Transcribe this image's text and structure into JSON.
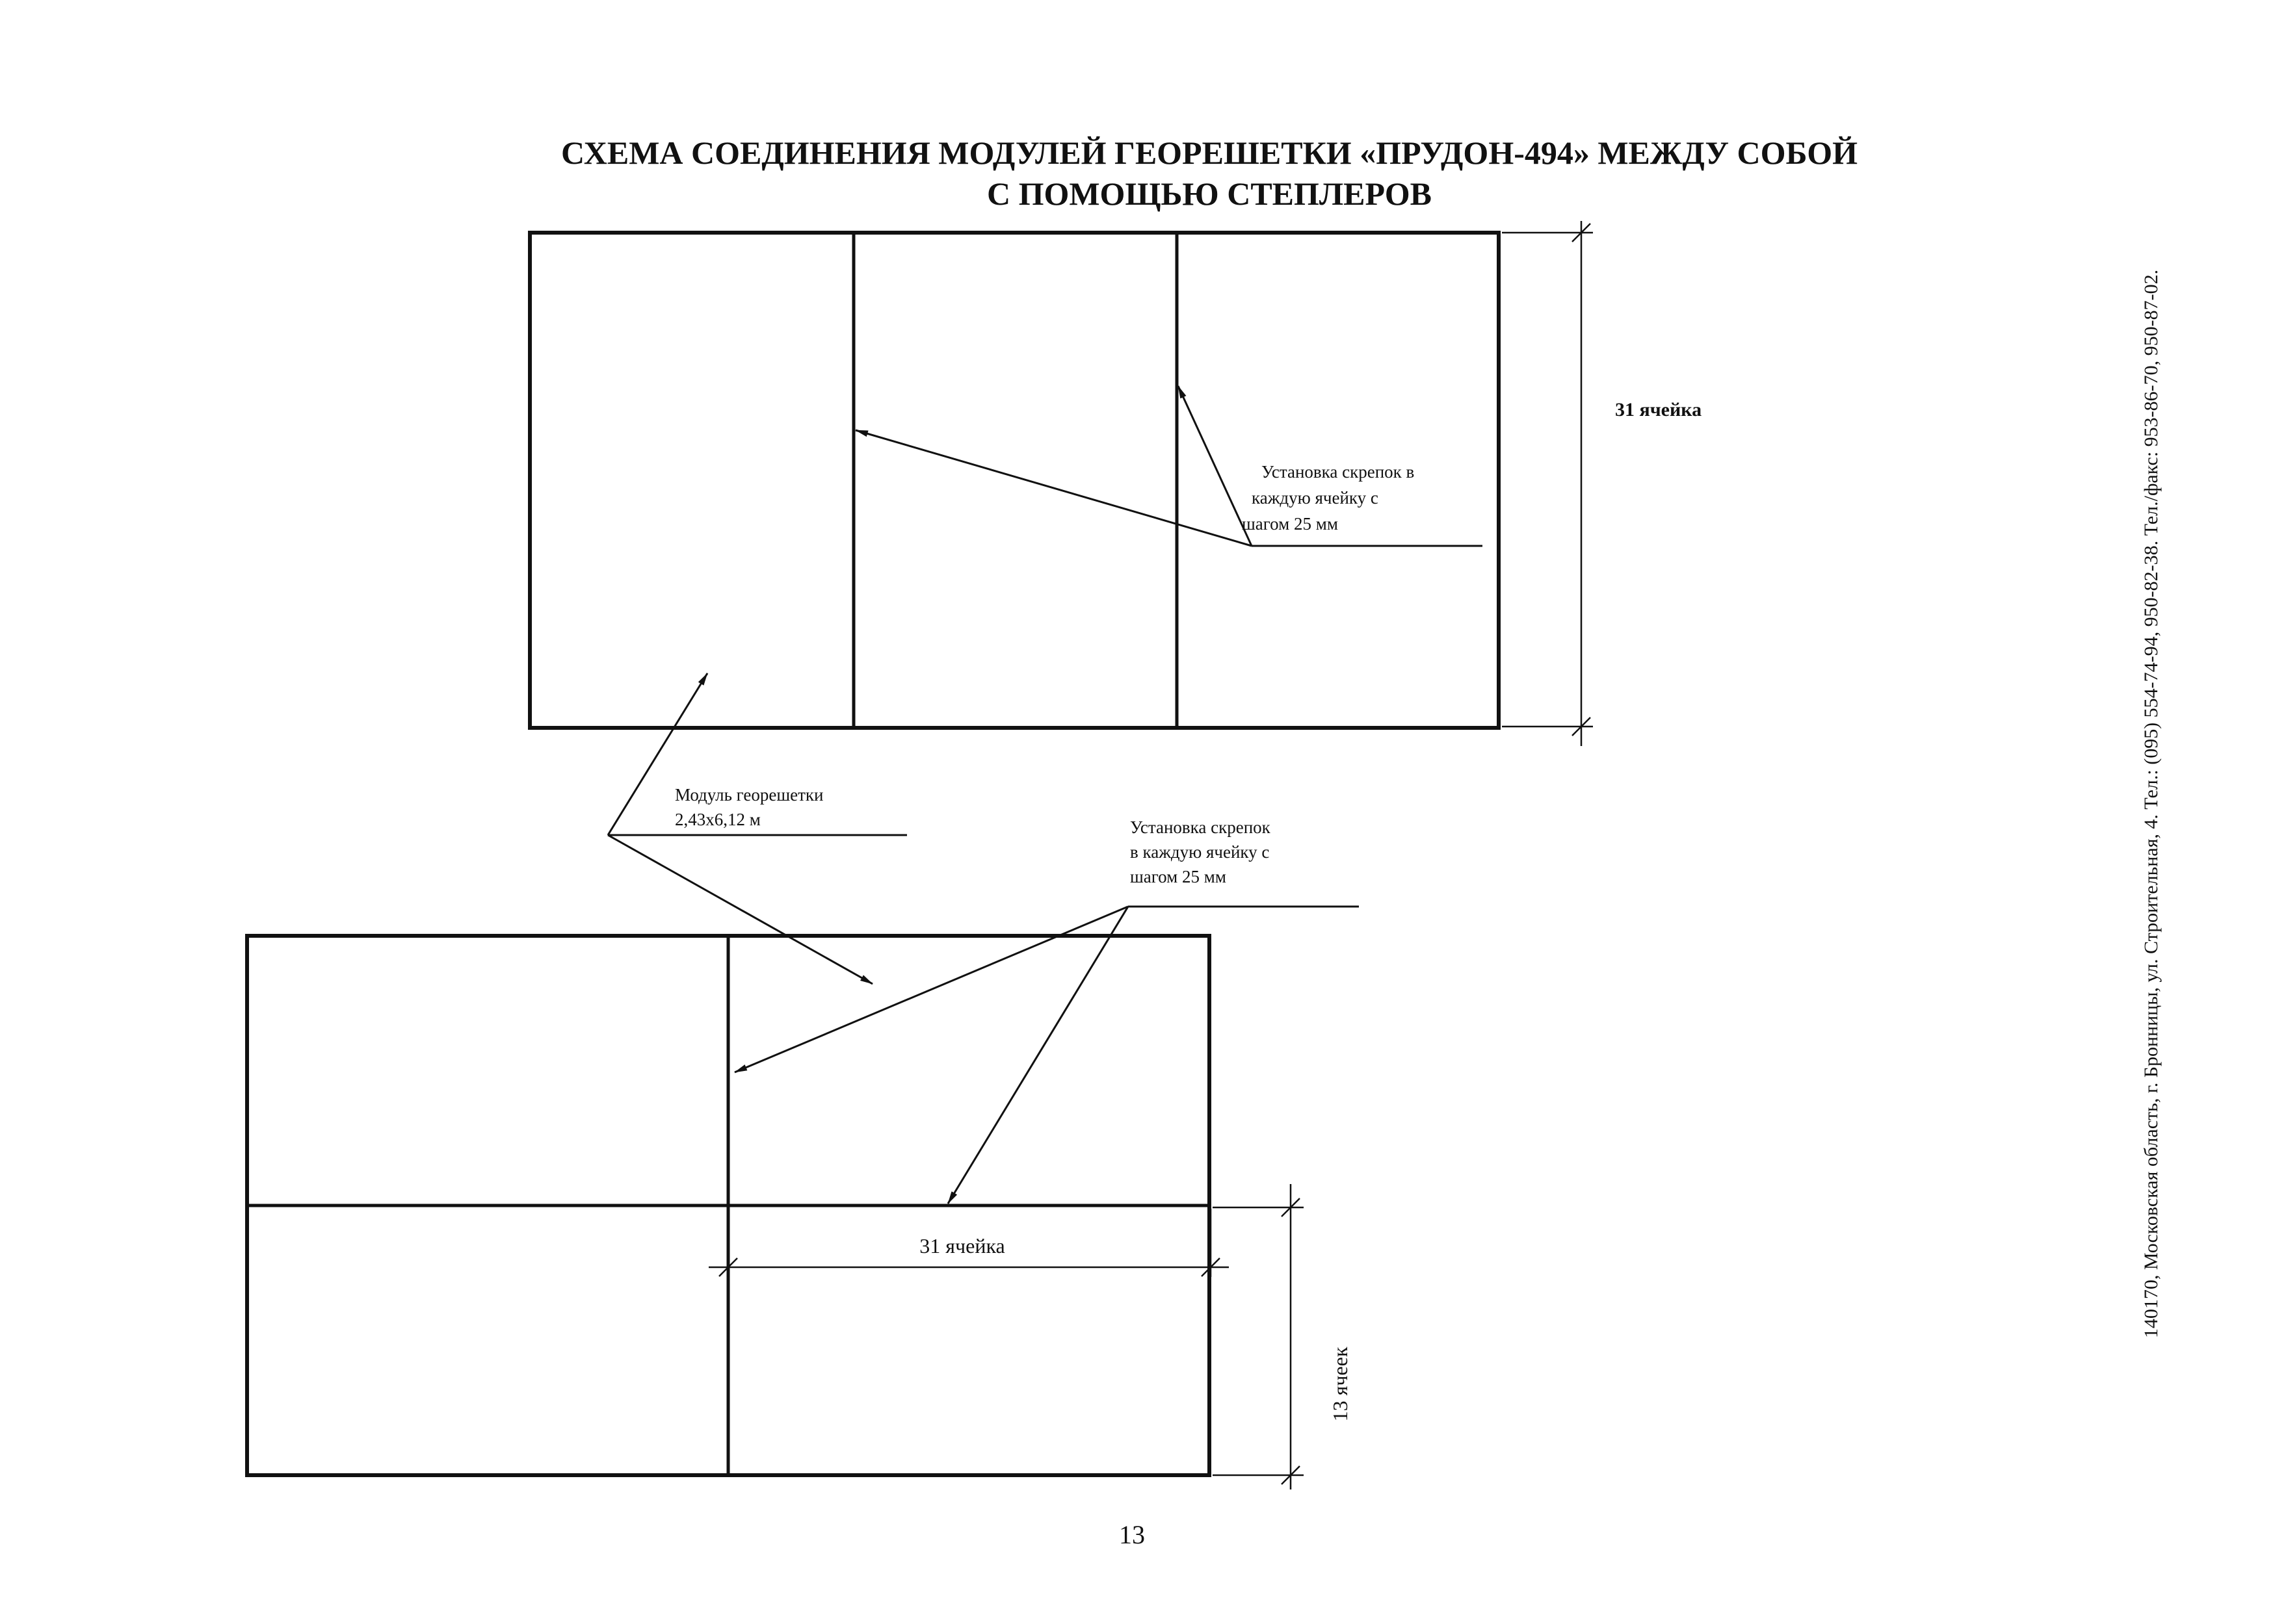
{
  "title": {
    "line1": "СХЕМА СОЕДИНЕНИЯ МОДУЛЕЙ ГЕОРЕШЕТКИ «ПРУДОН-494»  МЕЖДУ СОБОЙ",
    "line2": "С ПОМОЩЬЮ СТЕПЛЕРОВ"
  },
  "top_block": {
    "dimension_label": "31 ячейка",
    "staple_note": [
      "Установка скрепок в",
      "каждую ячейку с",
      "шагом 25 мм"
    ]
  },
  "module_note": [
    "Модуль георешетки",
    "2,43х6,12 м"
  ],
  "bottom_block": {
    "staple_note": [
      "Установка скрепок",
      "в каждую ячейку с",
      "шагом 25 мм"
    ],
    "width_label": "31 ячейка",
    "height_label": "13 ячеек"
  },
  "side_text": "140170, Московская область, г. Бронницы, ул. Строительная, 4. Тел.: (095) 554-74-94, 950-82-38. Тел./факс: 953-86-70, 950-87-02.",
  "page_number": "13"
}
